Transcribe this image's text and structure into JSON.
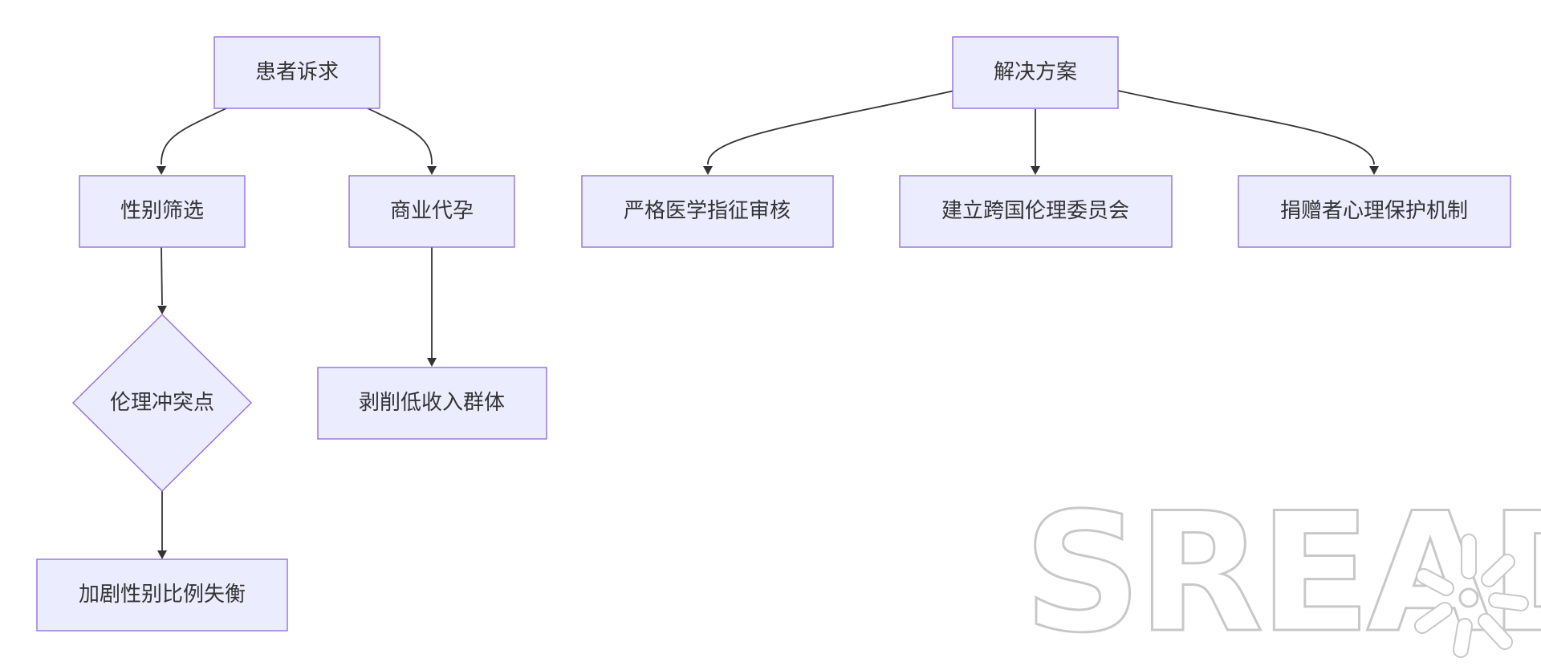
{
  "diagram": {
    "nodes": {
      "patient_demand": {
        "label": "患者诉求",
        "shape": "rect"
      },
      "sex_selection": {
        "label": "性别筛选",
        "shape": "rect"
      },
      "commercial_surrogacy": {
        "label": "商业代孕",
        "shape": "rect"
      },
      "ethics_conflict": {
        "label": "伦理冲突点",
        "shape": "diamond"
      },
      "exploit_low_income": {
        "label": "剥削低收入群体",
        "shape": "rect"
      },
      "sex_ratio_imbalance": {
        "label": "加剧性别比例失衡",
        "shape": "rect"
      },
      "solution": {
        "label": "解决方案",
        "shape": "rect"
      },
      "strict_review": {
        "label": "严格医学指征审核",
        "shape": "rect"
      },
      "ethics_committee": {
        "label": "建立跨国伦理委员会",
        "shape": "rect"
      },
      "donor_protection": {
        "label": "捐赠者心理保护机制",
        "shape": "rect"
      }
    },
    "edges": [
      {
        "from": "patient_demand",
        "to": "sex_selection"
      },
      {
        "from": "patient_demand",
        "to": "commercial_surrogacy"
      },
      {
        "from": "sex_selection",
        "to": "ethics_conflict"
      },
      {
        "from": "ethics_conflict",
        "to": "sex_ratio_imbalance"
      },
      {
        "from": "commercial_surrogacy",
        "to": "exploit_low_income"
      },
      {
        "from": "solution",
        "to": "strict_review"
      },
      {
        "from": "solution",
        "to": "ethics_committee"
      },
      {
        "from": "solution",
        "to": "donor_protection"
      }
    ],
    "colors": {
      "node_fill": "#ececff",
      "node_stroke": "#9370db",
      "edge": "#333333",
      "text": "#333333"
    }
  },
  "watermark": {
    "text": "SREAD",
    "icon": "sun-icon"
  }
}
